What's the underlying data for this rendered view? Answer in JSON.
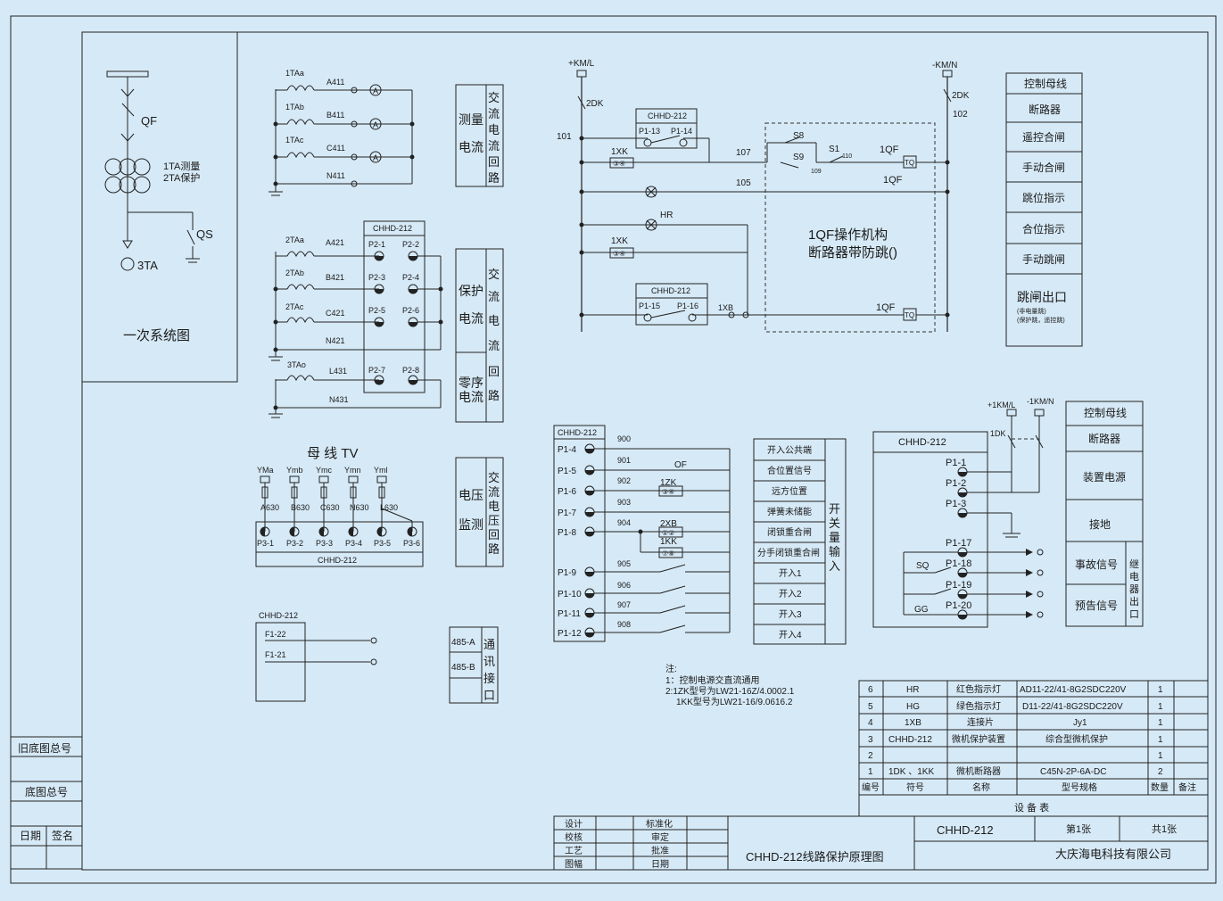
{
  "colors": {
    "background": "#d6e9f6",
    "ink": "#1a1a1a"
  },
  "primary": {
    "title": "一次系统图",
    "qf": "QF",
    "ta1": "1TA测量",
    "ta2": "2TA保护",
    "qs": "QS",
    "ta3": "3TA"
  },
  "measure": {
    "ta_labels": [
      "1TAa",
      "1TAb",
      "1TAc"
    ],
    "wires": [
      "A411",
      "B411",
      "C411",
      "N411"
    ],
    "meter": "A",
    "box_left": "测量电流",
    "box_right": "交流电流回路"
  },
  "protect": {
    "ta_labels": [
      "2TAa",
      "2TAb",
      "2TAc",
      "3TAo"
    ],
    "wires": [
      "A421",
      "B421",
      "C421",
      "N421",
      "L431",
      "N431"
    ],
    "device": "CHHD-212",
    "terminals": [
      "P2-1",
      "P2-2",
      "P2-3",
      "P2-4",
      "P2-5",
      "P2-6",
      "P2-7",
      "P2-8"
    ],
    "box_left_1": "保护电流",
    "box_left_2": "零序电流",
    "box_right": "交流电流回路"
  },
  "tv": {
    "title": "母 线 TV",
    "taps": [
      "YMa",
      "Ymb",
      "Ymc",
      "Ymn",
      "Yml"
    ],
    "wires": [
      "A630",
      "B630",
      "C630",
      "N630",
      "L630"
    ],
    "terminals": [
      "P3-1",
      "P3-2",
      "P3-3",
      "P3-4",
      "P3-5",
      "P3-6"
    ],
    "device": "CHHD-212",
    "box_left": "电压监测",
    "box_right": "交流电压回路"
  },
  "comm": {
    "device": "CHHD-212",
    "terminals": [
      "F1-22",
      "F1-21"
    ],
    "ports": [
      "485-A",
      "485-B"
    ],
    "label": "通讯接口"
  },
  "control": {
    "pos_bus": "+KM/L",
    "neg_bus": "-KM/N",
    "fuse": "2DK",
    "nodes": [
      "101",
      "102",
      "107",
      "105",
      "109",
      "110"
    ],
    "devices": [
      "CHHD-212",
      "CHHD-212"
    ],
    "terms": [
      "P1-13",
      "P1-14",
      "P1-15",
      "P1-16"
    ],
    "switches": [
      "1XK",
      "1XK",
      "1XB",
      "S8",
      "S9",
      "S1",
      "1QF",
      "1QF",
      "1QF",
      "HR",
      "TQ",
      "TQ"
    ],
    "mechanism_line1": "1QF操作机构",
    "mechanism_line2": "断路器带防跳()"
  },
  "control_legend": [
    "控制母线",
    "断路器",
    "遥控合闸",
    "手动合闸",
    "跳位指示",
    "合位指示",
    "手动跳闸",
    "跳闸出口"
  ],
  "control_legend_note": [
    "(非电量跳)",
    "(保护跳，遥控跳)"
  ],
  "binput": {
    "device": "CHHD-212",
    "terminals": [
      "P1-4",
      "P1-5",
      "P1-6",
      "P1-7",
      "P1-8",
      "P1-9",
      "P1-10",
      "P1-11",
      "P1-12"
    ],
    "nodes": [
      "900",
      "901",
      "902",
      "903",
      "904",
      "905",
      "906",
      "907",
      "908"
    ],
    "switches": [
      "OF",
      "1ZK",
      "2XB",
      "1KK"
    ],
    "labels": [
      "开入公共端",
      "合位置信号",
      "远方位置",
      "弹簧未储能",
      "闭锁重合闸",
      "分手闭锁重合闸",
      "开入1",
      "开入2",
      "开入3",
      "开入4"
    ],
    "side": "开关量输入"
  },
  "signal": {
    "pos_bus": "+1KM/L",
    "neg_bus": "-1KM/N",
    "fuse": "1DK",
    "device": "CHHD-212",
    "terminals": [
      "P1-1",
      "P1-2",
      "P1-3",
      "P1-17",
      "P1-18",
      "P1-19",
      "P1-20"
    ],
    "contacts": [
      "SQ",
      "GG"
    ],
    "labels": [
      "控制母线",
      "断路器",
      "装置电源",
      "接地",
      "事故信号",
      "预告信号"
    ],
    "relay": "继电器出口"
  },
  "notes": [
    "注:",
    "1：控制电源交直流通用",
    "2:1ZK型号为LW21-16Z/4.0002.1",
    "1KK型号为LW21-16/9.0616.2"
  ],
  "equipment": {
    "title": "设 备 表",
    "header": [
      "编号",
      "符号",
      "名称",
      "型号规格",
      "数量",
      "备注"
    ],
    "rows": [
      [
        "6",
        "HR",
        "红色指示灯",
        "AD11-22/41-8G2SDC220V",
        "1",
        ""
      ],
      [
        "5",
        "HG",
        "绿色指示灯",
        "D11-22/41-8G2SDC220V",
        "1",
        ""
      ],
      [
        "4",
        "1XB",
        "连接片",
        "Jy1",
        "1",
        ""
      ],
      [
        "3",
        "CHHD-212",
        "微机保护装置",
        "综合型微机保护",
        "1",
        ""
      ],
      [
        "2",
        "",
        "",
        "",
        "1",
        ""
      ],
      [
        "1",
        "1DK 、1KK",
        "微机断路器",
        "C45N-2P-6A-DC",
        "2",
        ""
      ]
    ]
  },
  "titleblock": {
    "roles": [
      "设计",
      "校核",
      "工艺",
      "图幅"
    ],
    "roles2": [
      "标准化",
      "审定",
      "批准",
      "日期"
    ],
    "drawing_no": "CHHD-212",
    "sheet": "第1张",
    "total": "共1张",
    "title": "CHHD-212线路保护原理图",
    "company": "大庆海电科技有限公司"
  },
  "leftstrip": [
    "旧底图总号",
    "底图总号",
    "日期",
    "签名"
  ]
}
